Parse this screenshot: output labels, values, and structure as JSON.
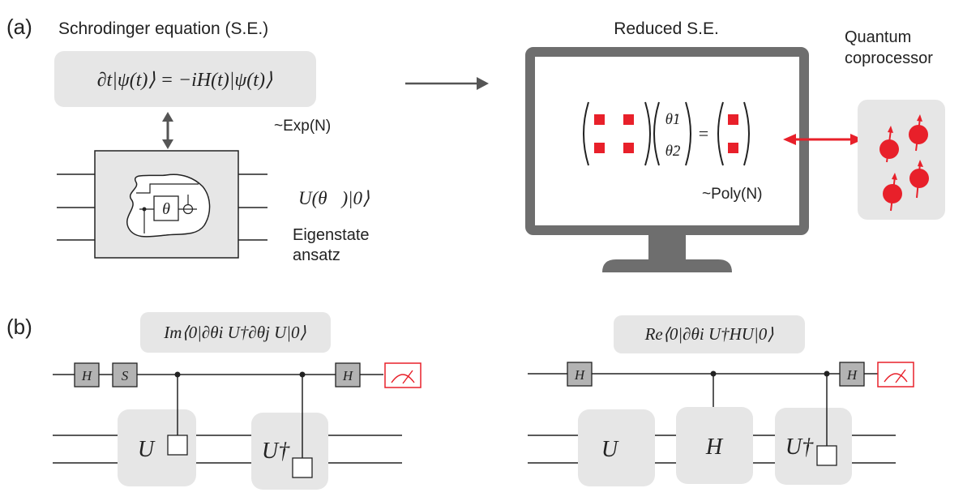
{
  "panel_a": {
    "label": "(a)",
    "title": "Schrodinger equation (S.E.)",
    "equation": "∂t|ψ(t)⟩ = −iH(t)|ψ(t)⟩",
    "exp_scaling": "~Exp(N)",
    "circuit_gate": "θ",
    "ansatz_state": "U(θ⃗)|0⟩",
    "ansatz_label_line1": "Eigenstate",
    "ansatz_label_line2": "ansatz",
    "reduced_title": "Reduced S.E.",
    "theta_dot_1": "θ̇1",
    "theta_dot_2": "θ̇2",
    "equals": "=",
    "poly_scaling": "~Poly(N)",
    "coprocessor_line1": "Quantum",
    "coprocessor_line2": "coprocessor"
  },
  "panel_b": {
    "label": "(b)",
    "left": {
      "expression": "Im⟨0|∂θi U†∂θj U|0⟩",
      "gates": [
        "H",
        "S",
        "H"
      ],
      "block_1": "U",
      "block_2": "U†"
    },
    "right": {
      "expression": "Re⟨0|∂θi U†HU|0⟩",
      "gates": [
        "H",
        "H"
      ],
      "block_1": "U",
      "block_2": "H",
      "block_3": "U†"
    }
  },
  "colors": {
    "accent_red": "#e8202a",
    "box_grey": "#e6e6e6",
    "monitor_grey": "#6e6e6e",
    "gate_grey": "#b3b3b3",
    "line": "#222222"
  }
}
